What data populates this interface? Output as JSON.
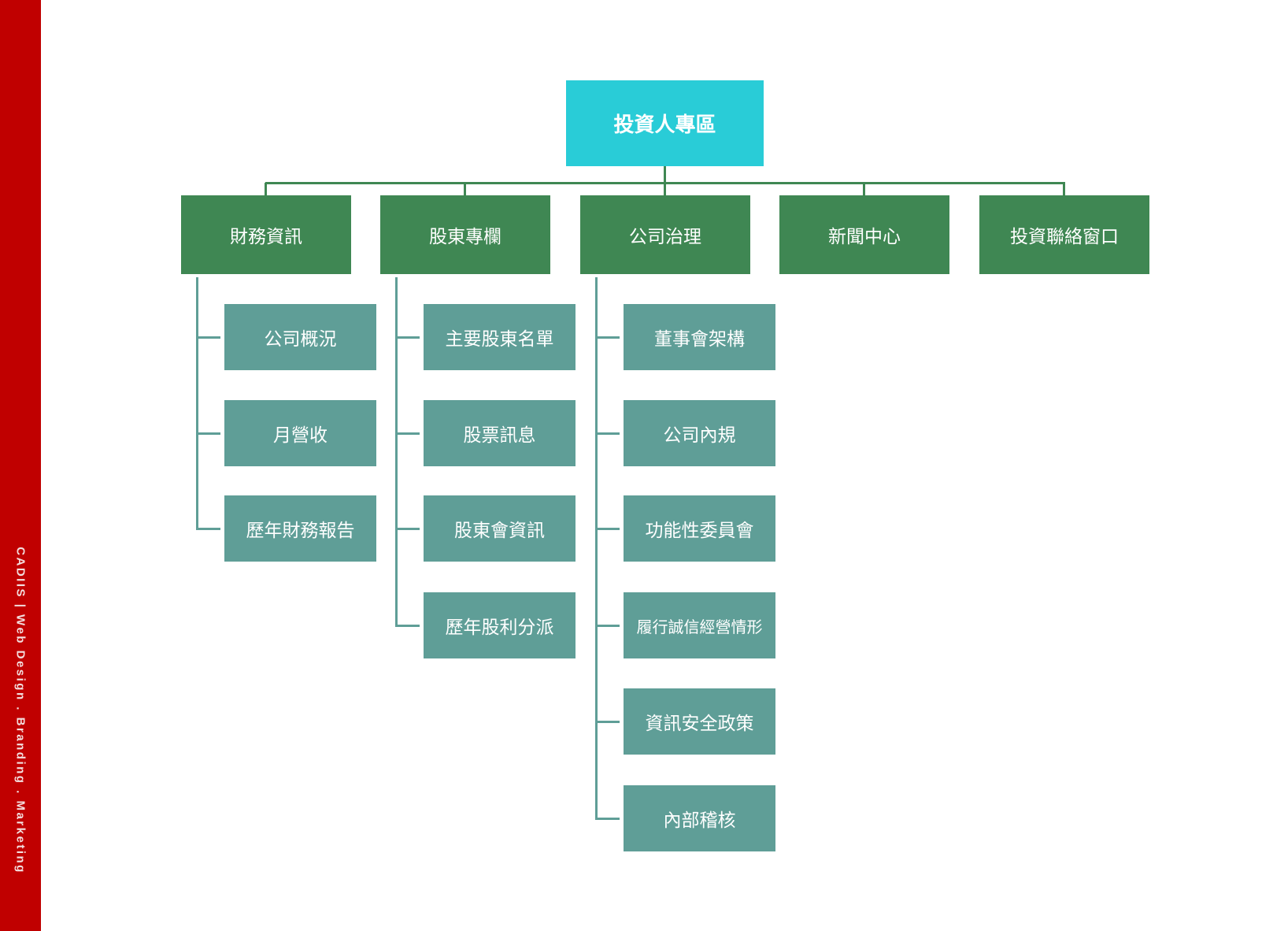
{
  "sidebar": {
    "text": "CADIIS | Web Design . Branding . Marketing",
    "color": "#c00000"
  },
  "root": {
    "label": "投資人專區",
    "color": "#29ccd7"
  },
  "sections": [
    {
      "label": "財務資訊",
      "children": [
        "公司概況",
        "月營收",
        "歷年財務報告"
      ]
    },
    {
      "label": "股東專欄",
      "children": [
        "主要股東名單",
        "股票訊息",
        "股東會資訊",
        "歷年股利分派"
      ]
    },
    {
      "label": "公司治理",
      "children": [
        "董事會架構",
        "公司內規",
        "功能性委員會",
        "履行誠信經營情形",
        "資訊安全政策",
        "內部稽核"
      ]
    },
    {
      "label": "新聞中心",
      "children": []
    },
    {
      "label": "投資聯絡窗口",
      "children": []
    }
  ],
  "colors": {
    "section": "#3f8753",
    "child": "#5f9e97"
  }
}
